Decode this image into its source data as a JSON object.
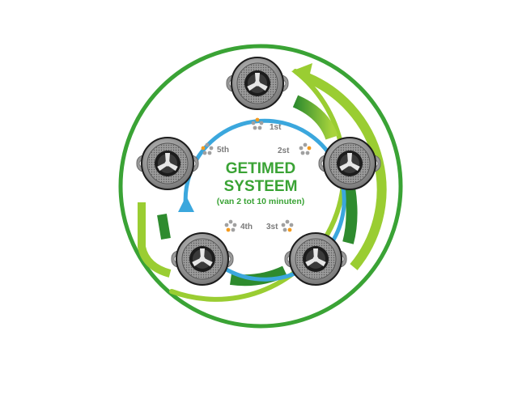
{
  "diagram": {
    "title_line1": "GETIMED",
    "title_line2": "SYSTEEM",
    "subtitle": "(van 2 tot 10 minuten)",
    "steps": [
      {
        "label": "1st",
        "active": 0
      },
      {
        "label": "2st",
        "active": 1
      },
      {
        "label": "3st",
        "active": 2
      },
      {
        "label": "4th",
        "active": 3
      },
      {
        "label": "5th",
        "active": 4
      }
    ],
    "icons": {
      "device": "sprinkler-head-icon",
      "indicator": "nozzle-dots-icon"
    },
    "colors": {
      "outer_ring": "#3aa335",
      "arrow_light": "#9acd32",
      "arrow_dark": "#2e8b2e",
      "inner_ring": "#3ba7dd",
      "title": "#3aa335",
      "label": "#7a7a7a",
      "dot_gray": "#a0a0a0",
      "dot_active": "#f39a1e",
      "device_body": "#8c8c8c",
      "device_dark": "#1c1c1c"
    }
  }
}
